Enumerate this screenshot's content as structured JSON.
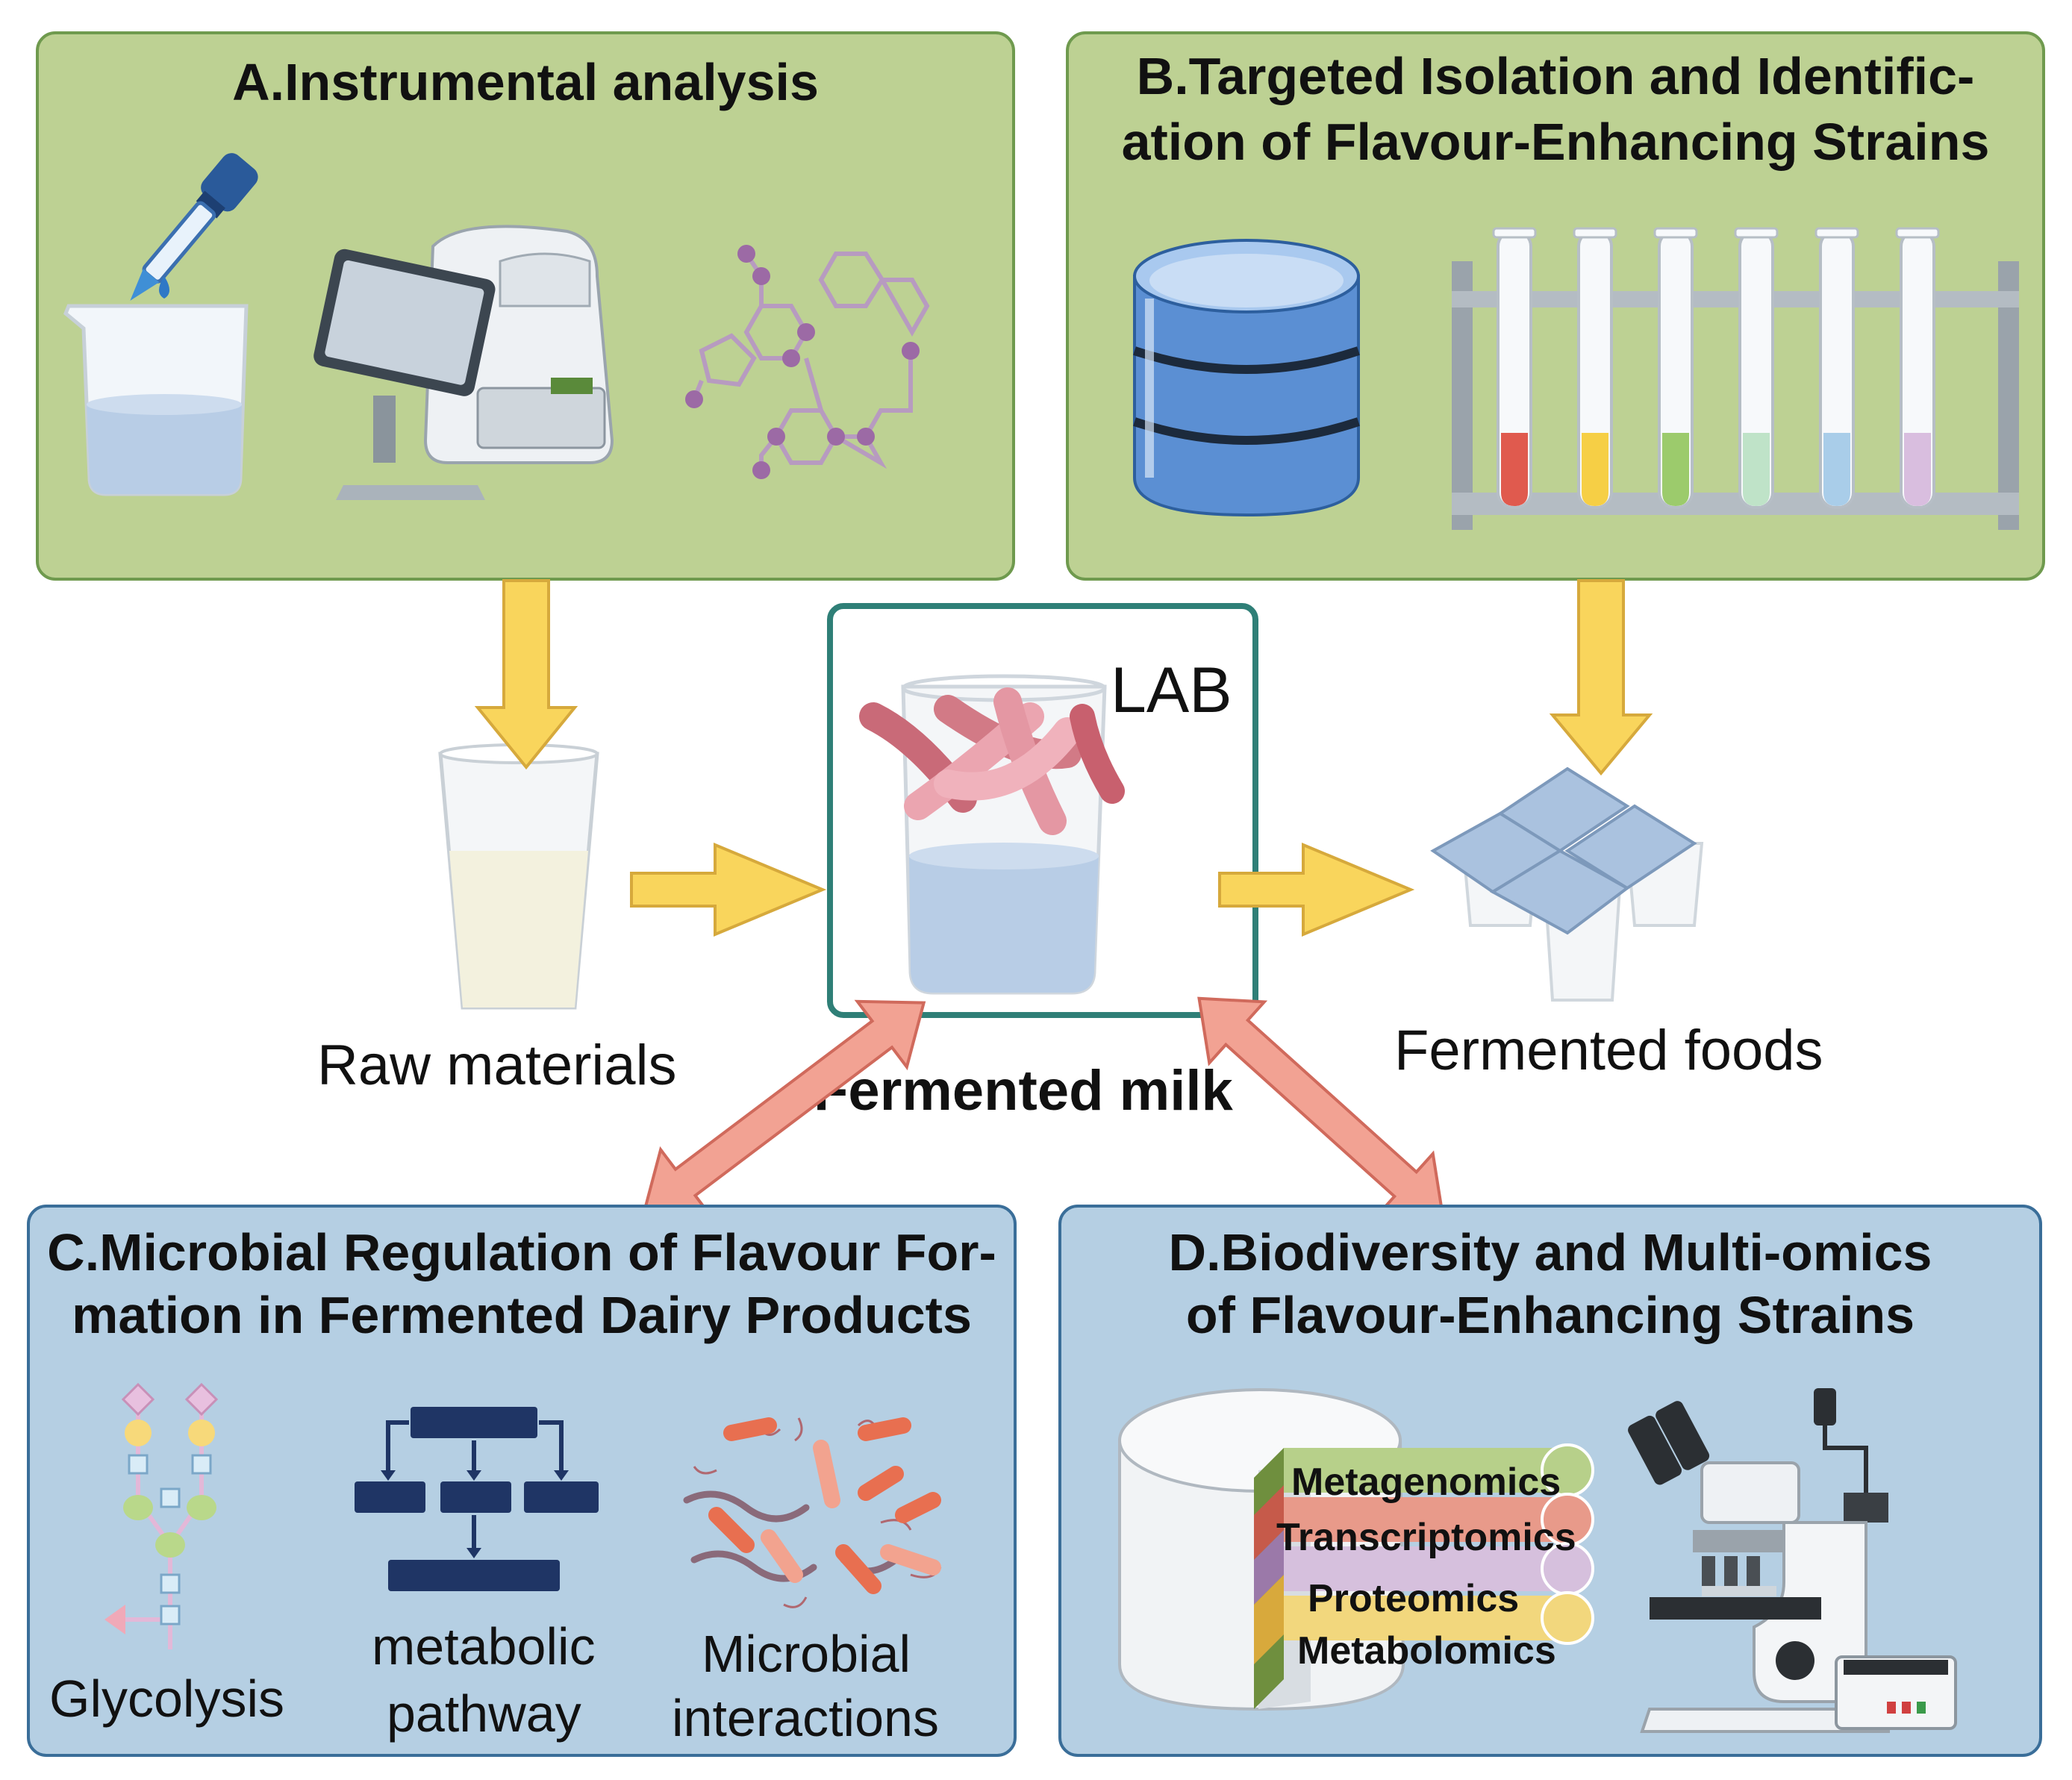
{
  "panels": {
    "a_title": "A.Instrumental analysis",
    "b_title_line1": "B.Targeted Isolation and Identific-",
    "b_title_line2": "ation of Flavour-Enhancing Strains",
    "c_title_line1": "C.Microbial Regulation of Flavour For-",
    "c_title_line2": "mation in Fermented Dairy Products",
    "d_title_line1": "D.Biodiversity and Multi-omics",
    "d_title_line2": "of Flavour-Enhancing Strains"
  },
  "center": {
    "lab_label": "LAB",
    "fermented_milk": "Fermented milk",
    "raw_materials": "Raw materials",
    "fermented_foods": "Fermented foods"
  },
  "panel_c": {
    "glycolysis": "Glycolysis",
    "metabolic_line1": "metabolic",
    "metabolic_line2": "pathway",
    "microbial_line1": "Microbial",
    "microbial_line2": "interactions"
  },
  "panel_d": {
    "omics": [
      {
        "label": "Metagenomics",
        "color": "#b7d08a"
      },
      {
        "label": "Transcriptomics",
        "color": "#e89a8a"
      },
      {
        "label": "Proteomics",
        "color": "#d6c0dd"
      },
      {
        "label": "Metabolomics",
        "color": "#f2d77d"
      }
    ]
  },
  "colors": {
    "yellow_arrow": "#f9d55c",
    "red_arrow": "#f2a293",
    "green_panel": "#bdd193",
    "blue_panel": "#b5cfe3",
    "center_border": "#2f7f77"
  },
  "tube_colors": [
    "#e05a4e",
    "#f6cf45",
    "#9ccb6c",
    "#bfe3c8",
    "#a9cde9",
    "#d9bedf"
  ]
}
